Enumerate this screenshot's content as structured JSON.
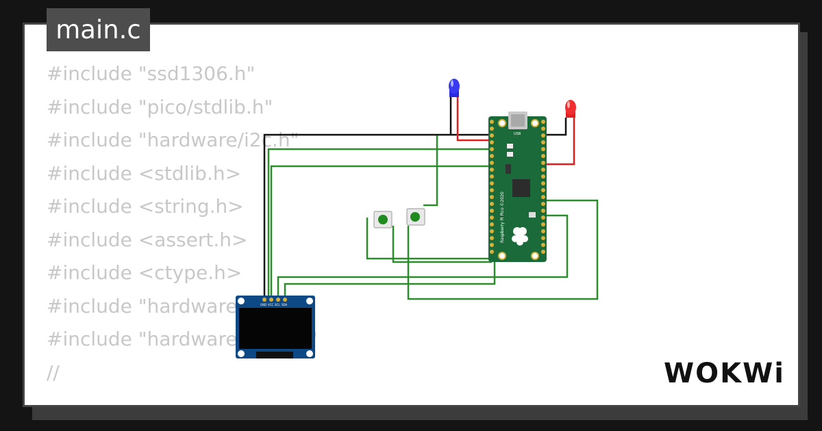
{
  "tab": {
    "label": "main.c"
  },
  "code_lines": [
    "#include \"ssd1306.h\"",
    "#include \"pico/stdlib.h\"",
    "#include \"hardware/i2c.h\"",
    "#include <stdlib.h>",
    "#include <string.h>",
    "#include <assert.h>",
    "#include <ctype.h>",
    "#include \"hardware/adc.h\"",
    "#include \"hardware/pwm.h\"",
    "",
    "//"
  ],
  "board": {
    "label": "Raspberry Pi Pico ©2020",
    "usb_label": "USB"
  },
  "oled": {
    "pins": [
      "GND",
      "VCC",
      "SCL",
      "SDA"
    ]
  },
  "brand": {
    "name": "WOKWi"
  },
  "colors": {
    "wire_green": "#2a8c2a",
    "wire_red": "#e21b1b",
    "wire_black": "#111111",
    "board_green": "#1b6b3a",
    "oled_blue": "#0d4a85",
    "led_blue": "#2a2ae0",
    "led_red": "#e02020"
  }
}
